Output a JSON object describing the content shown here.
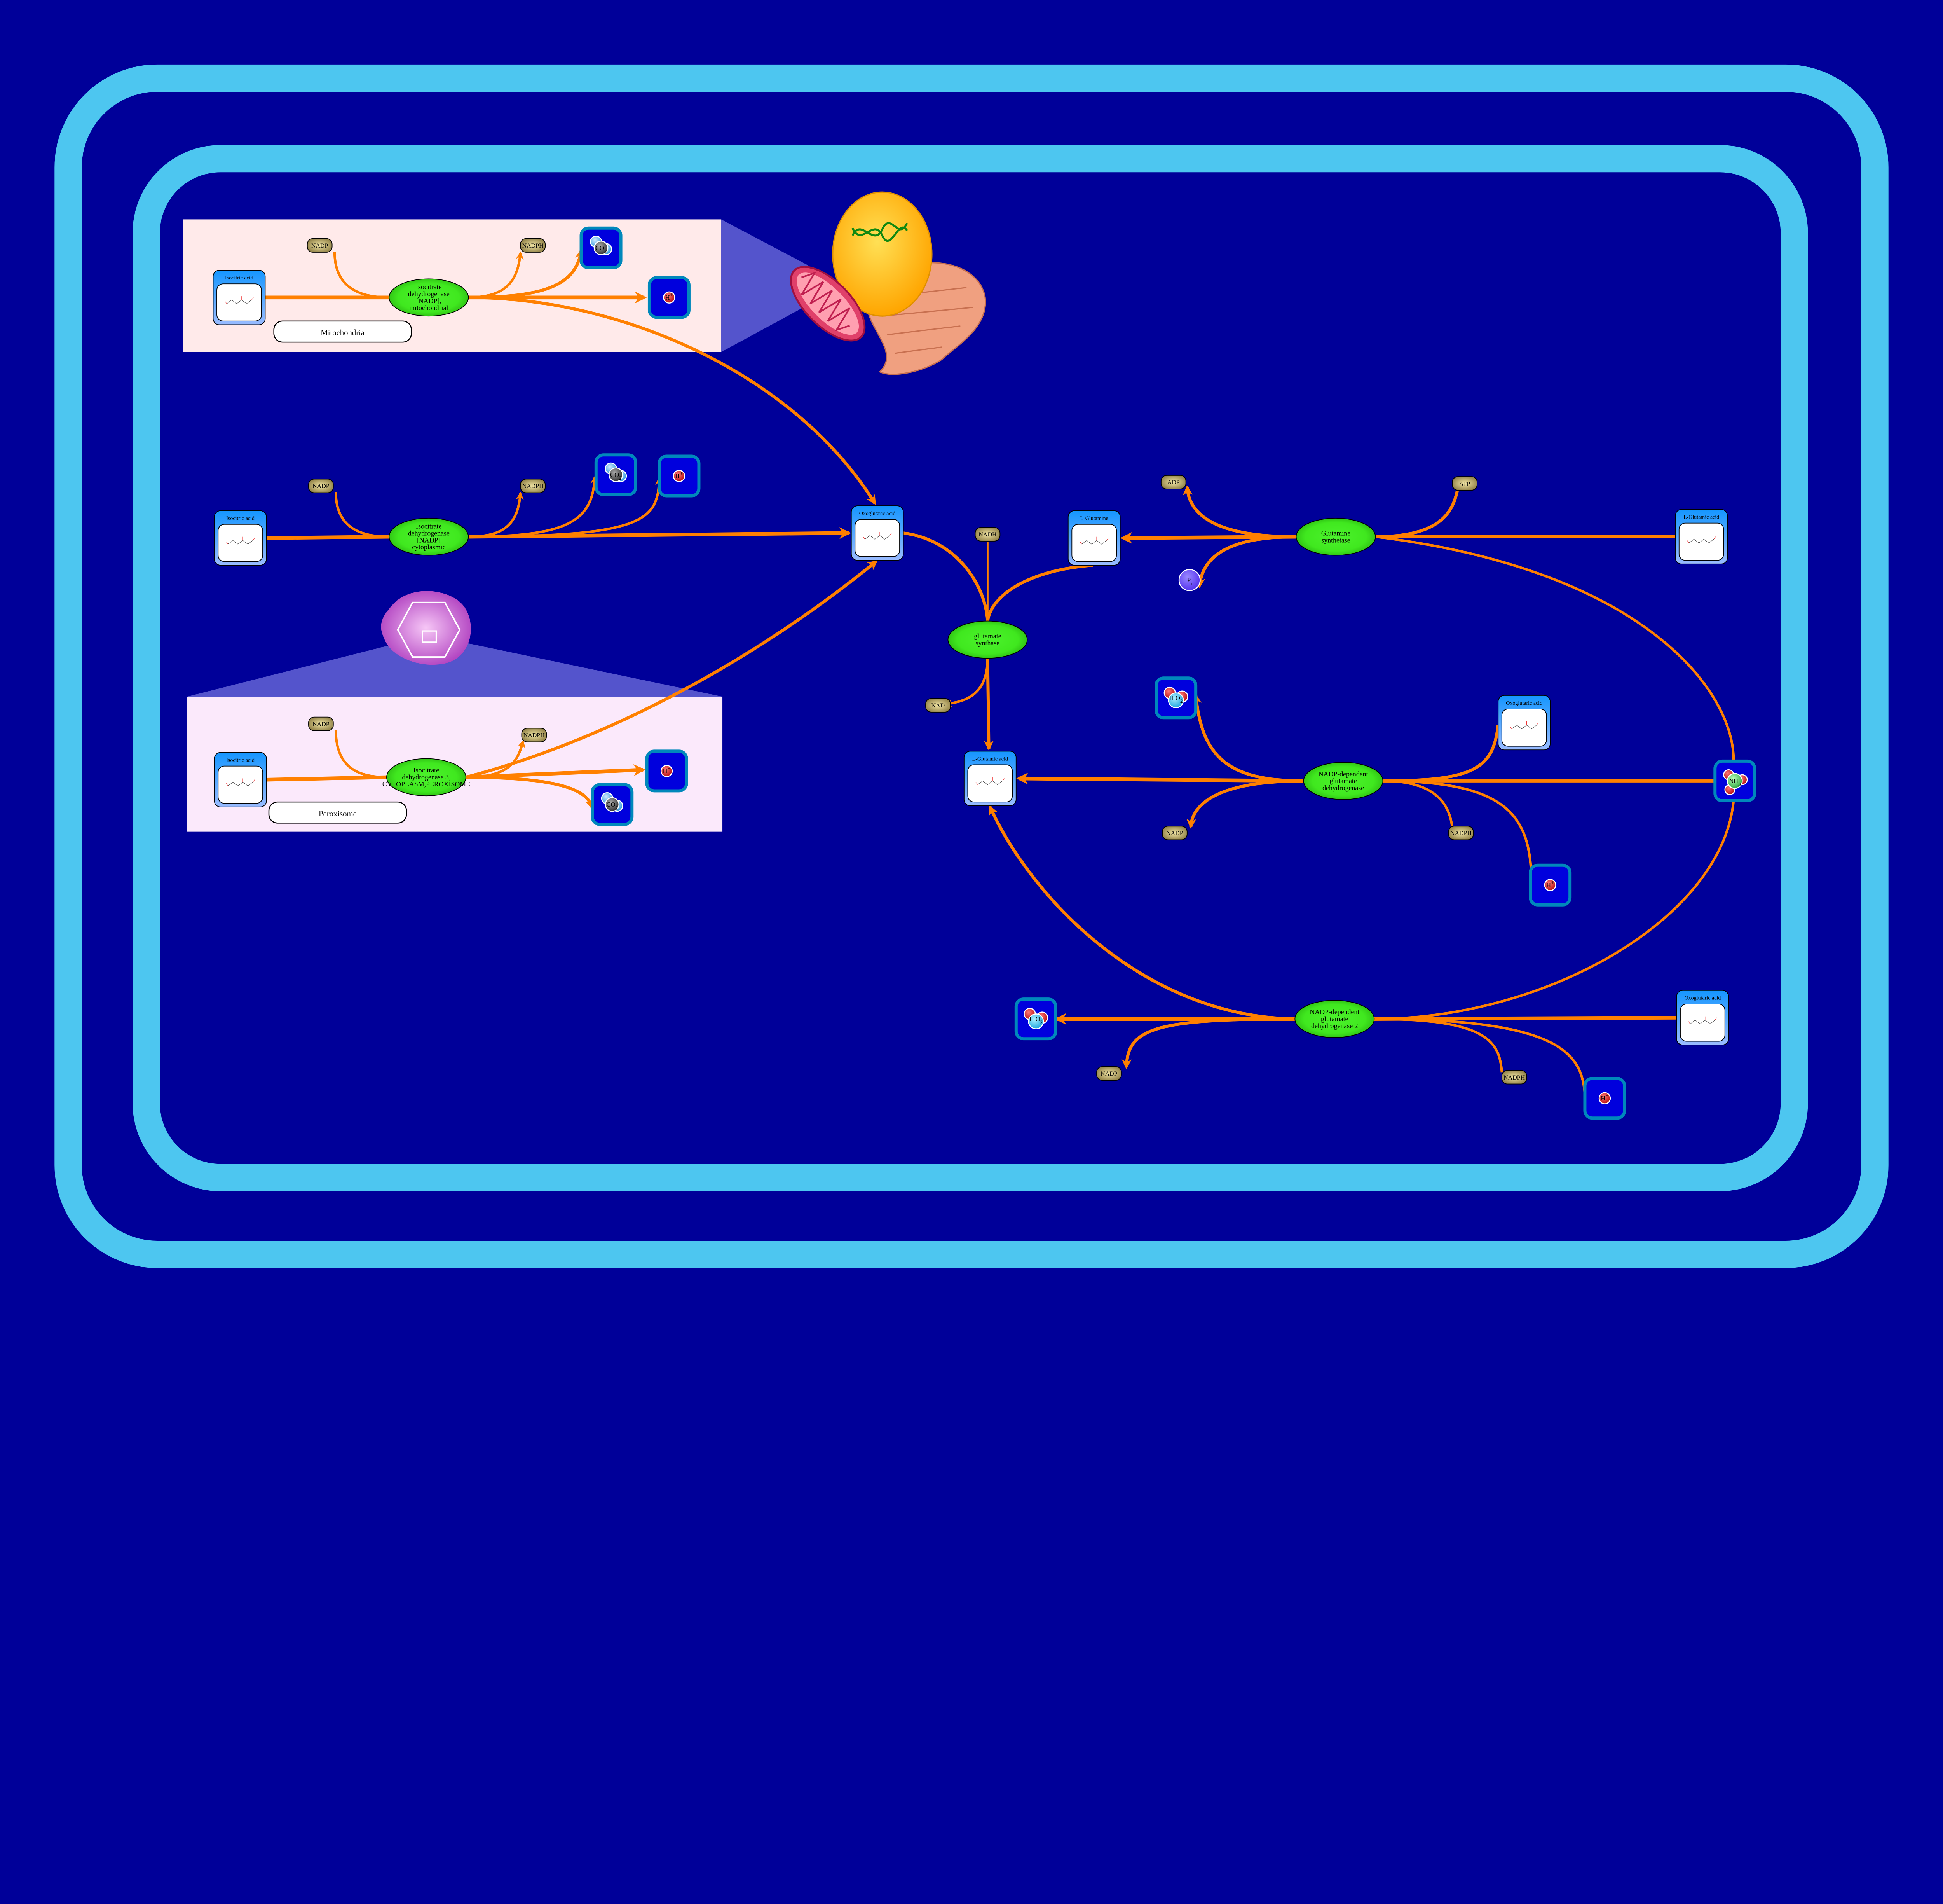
{
  "compartments": {
    "mitochondria": "Mitochondria",
    "peroxisome": "Peroxisome"
  },
  "enzymes": [
    {
      "lines": [
        "Isocitrate",
        "dehydrogenase",
        "[NADP],",
        "mitochondrial"
      ]
    },
    {
      "lines": [
        "Isocitrate",
        "dehydrogenase",
        "[NADP]",
        "cytoplasmic"
      ]
    },
    {
      "lines": [
        "Isocitrate",
        "dehydrogenase 3,",
        "CYTOPLASM,PEROXISOME"
      ]
    },
    {
      "lines": [
        "glutamate",
        "synthase"
      ]
    },
    {
      "lines": [
        "Glutamine",
        "synthetase"
      ]
    },
    {
      "lines": [
        "NADP-dependent",
        "glutamate",
        "dehydrogenase"
      ]
    },
    {
      "lines": [
        "NADP-dependent",
        "glutamate",
        "dehydrogenase 2"
      ]
    }
  ],
  "metabolites": [
    {
      "label": "Isocitric acid"
    },
    {
      "label": "Isocitric acid"
    },
    {
      "label": "Isocitric acid"
    },
    {
      "label": "Oxoglutaric acid"
    },
    {
      "label": "L-Glutamine"
    },
    {
      "label": "L-Glutamic acid"
    },
    {
      "label": "Oxoglutaric acid"
    },
    {
      "label": "L-Glutamic acid"
    },
    {
      "label": "Oxoglutaric acid"
    }
  ],
  "cofactors": [
    {
      "label": "NADP"
    },
    {
      "label": "NADPH"
    },
    {
      "label": "NADP"
    },
    {
      "label": "NADPH"
    },
    {
      "label": "NADP"
    },
    {
      "label": "NADPH"
    },
    {
      "label": "NADH"
    },
    {
      "label": "NAD"
    },
    {
      "label": "ADP"
    },
    {
      "label": "ATP"
    },
    {
      "label": "NADP"
    },
    {
      "label": "NADPH"
    },
    {
      "label": "NADP"
    },
    {
      "label": "NADPH"
    }
  ],
  "ions": [
    {
      "type": "CO2",
      "main": "CO",
      "sub": "2"
    },
    {
      "type": "H+",
      "main": "H",
      "sup": "+"
    },
    {
      "type": "CO2",
      "main": "CO",
      "sub": "2"
    },
    {
      "type": "H+",
      "main": "H",
      "sup": "+"
    },
    {
      "type": "H+",
      "main": "H",
      "sup": "+"
    },
    {
      "type": "CO2",
      "main": "CO",
      "sub": "2"
    },
    {
      "type": "H2O",
      "main": "H O",
      "sub": "2"
    },
    {
      "type": "NH3",
      "main": "NH",
      "sub": "3"
    },
    {
      "type": "H+",
      "main": "H",
      "sup": "+"
    },
    {
      "type": "H2O",
      "main": "H O",
      "sub": "2"
    },
    {
      "type": "H+",
      "main": "H",
      "sup": "+"
    },
    {
      "type": "Pi",
      "main": "P",
      "sub": "i"
    }
  ],
  "colors": {
    "background": "#000099",
    "membrane": "#4dc6f0",
    "edge": "#ff8000",
    "enzyme": "#44ee22",
    "metabolite_header": "#1a9cff",
    "ion_box": "#0000dd",
    "cofactor": "#c8b870"
  }
}
